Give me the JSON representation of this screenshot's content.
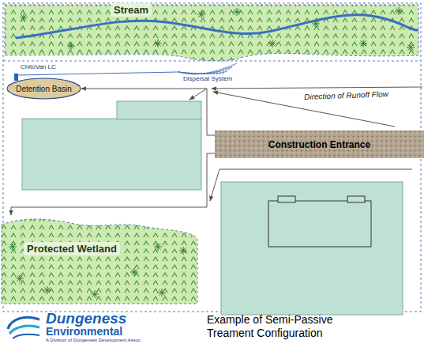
{
  "diagram": {
    "caption": "Example of Semi-Passive Treament Configuration",
    "nodes": [
      {
        "text": [
          "Stream"
        ]
      },
      {
        "text": [
          "Detention Basin"
        ]
      },
      {
        "text": [
          "Construction Entrance"
        ]
      },
      {
        "text": [
          "Protected Wetland"
        ]
      }
    ],
    "edges": [
      {
        "from": 2,
        "to": 1,
        "arrow": "to"
      },
      {
        "from": 2,
        "to": 3,
        "arrow": "to"
      }
    ],
    "labels": [
      "ChitoVan LC",
      "Dispersal System",
      "Direction of Runoff Flow",
      "Dungeness",
      "Environmental",
      "A Division of Dungeness Development Assoc."
    ]
  }
}
